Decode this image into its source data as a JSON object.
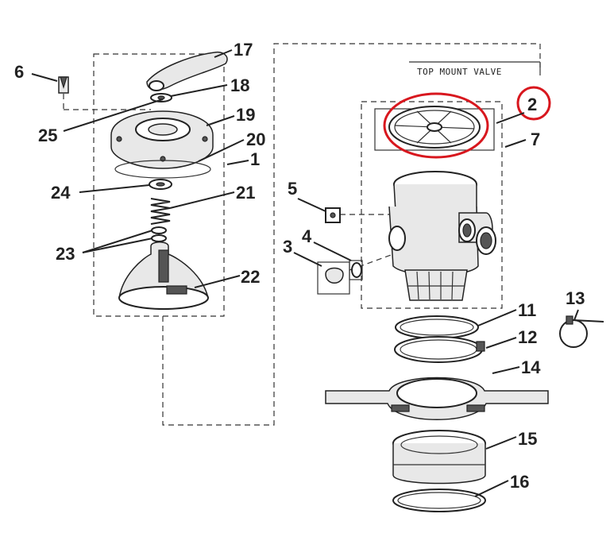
{
  "header_label": "TOP MOUNT VALVE",
  "highlight_color": "#d8171e",
  "callouts": {
    "c1": "1",
    "c2": "2",
    "c3": "3",
    "c4": "4",
    "c5": "5",
    "c6": "6",
    "c7": "7",
    "c11": "11",
    "c12": "12",
    "c13": "13",
    "c14": "14",
    "c15": "15",
    "c16": "16",
    "c17": "17",
    "c18": "18",
    "c19": "19",
    "c20": "20",
    "c21": "21",
    "c22": "22",
    "c23": "23",
    "c24": "24",
    "c25": "25"
  }
}
